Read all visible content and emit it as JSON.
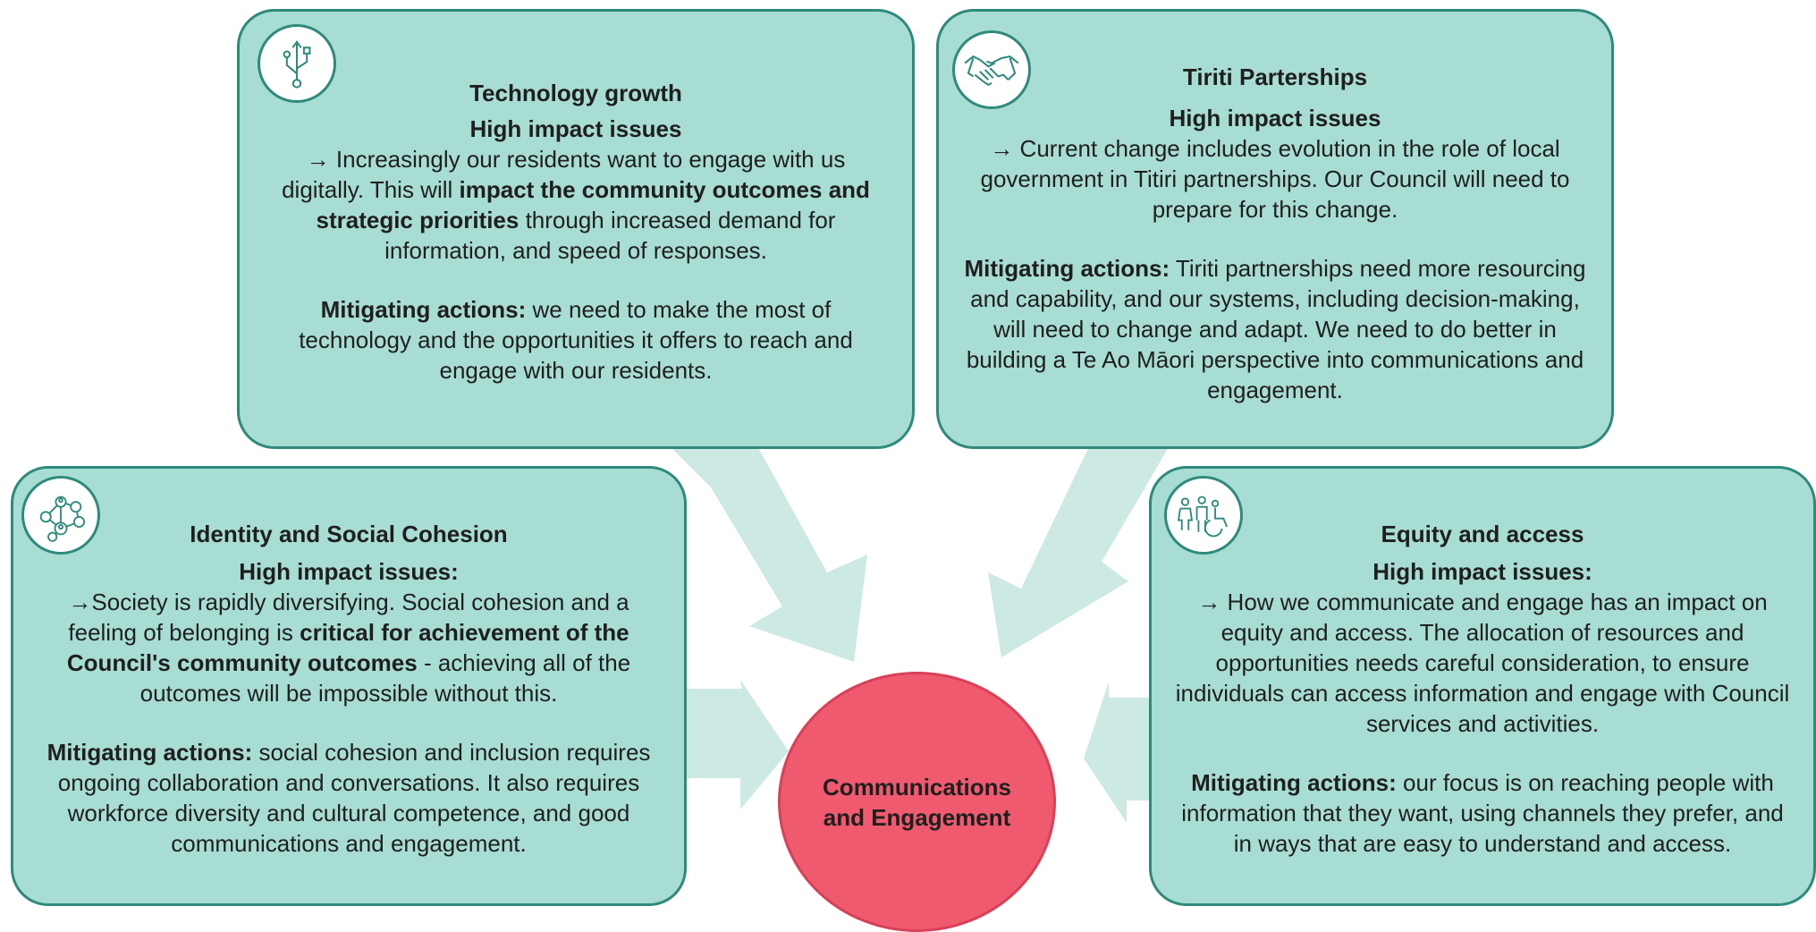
{
  "colors": {
    "box_fill": "#a8ddd3",
    "box_border": "#2e8a7c",
    "arrow_fill": "#cde9e4",
    "center_fill": "#ef5a6f"
  },
  "boxes": {
    "technology": {
      "icon": "usb-icon",
      "title": "Technology growth",
      "issues_heading": "High impact issues",
      "issues_arrow": "→",
      "issues_text_1": " Increasingly our residents want to engage with us digitally. This will ",
      "issues_bold": "impact the community outcomes and strategic priorities",
      "issues_text_2": " through increased demand for information, and speed of responses.",
      "mitigating_label": "Mitigating actions:",
      "mitigating_text": " we need to make the most of technology and the opportunities it offers to reach and engage with our residents."
    },
    "tiriti": {
      "icon": "handshake-icon",
      "title": "Tiriti Parterships",
      "issues_heading": "High impact issues",
      "issues_arrow": "→",
      "issues_text": " Current change includes evolution in the role of local government in Titiri partnerships. Our Council will need to prepare for this change.",
      "mitigating_label": "Mitigating actions:",
      "mitigating_text": " Tiriti partnerships need more resourcing and capability, and our systems, including decision-making, will need to change and adapt. We need to do better in building a Te Ao Māori perspective into communications and engagement."
    },
    "identity": {
      "icon": "network-people-icon",
      "title": "Identity and Social Cohesion",
      "issues_heading": "High impact issues:",
      "issues_arrow": "→",
      "issues_text_1": "Society is rapidly diversifying.  Social cohesion and a feeling of belonging is ",
      "issues_bold": "critical for achievement of the Council's community outcomes",
      "issues_text_2": " - achieving all of the outcomes will be impossible without this.",
      "mitigating_label": "Mitigating actions:",
      "mitigating_text": " social cohesion and inclusion requires ongoing collaboration and conversations. It also requires workforce diversity and cultural competence, and good communications and engagement."
    },
    "equity": {
      "icon": "accessibility-people-icon",
      "title": "Equity and access",
      "issues_heading": "High impact issues:",
      "issues_arrow": "→",
      "issues_text": " How we communicate and engage has an impact on equity and access. The allocation of resources and opportunities needs careful consideration, to ensure individuals can access information and engage with Council services and activities.",
      "mitigating_label": "Mitigating actions:",
      "mitigating_text": " our focus is on reaching people with information that they want, using channels they prefer, and in ways that are easy to understand and access."
    }
  },
  "center": {
    "label": "Communications and Engagement"
  }
}
